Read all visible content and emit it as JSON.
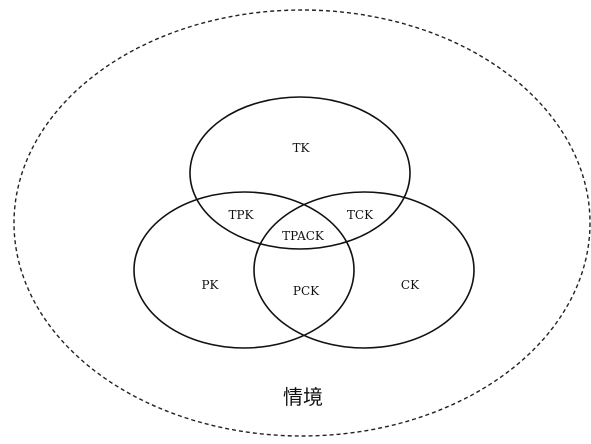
{
  "diagram": {
    "context_label": "情境",
    "sets": {
      "top": "TK",
      "left": "PK",
      "right": "CK"
    },
    "intersections": {
      "top_left": "TPK",
      "top_right": "TCK",
      "left_right": "PCK",
      "center": "TPACK"
    }
  }
}
